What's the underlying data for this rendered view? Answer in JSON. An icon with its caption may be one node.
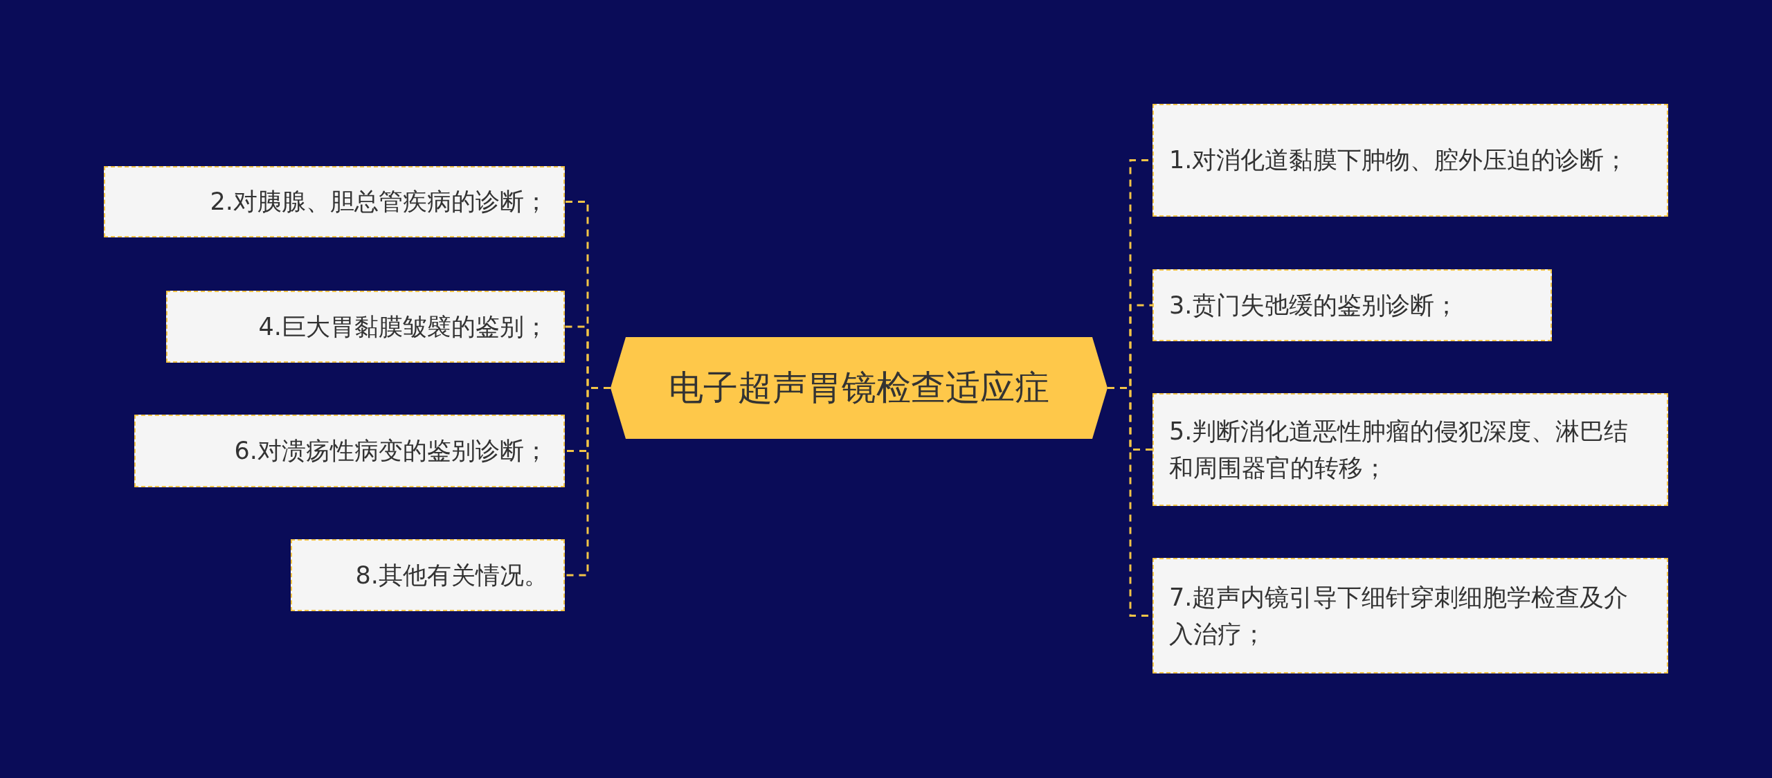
{
  "diagram": {
    "nodes": [
      {
        "text": [
          "电子超声胃镜检查适应症"
        ]
      },
      {
        "text": [
          "1.对消化道黏膜下肿物、腔外压迫的诊断；"
        ]
      },
      {
        "text": [
          "2.对胰腺、胆总管疾病的诊断；"
        ]
      },
      {
        "text": [
          "3.贲门失弛缓的鉴别诊断；"
        ]
      },
      {
        "text": [
          "4.巨大胃黏膜皱襞的鉴别；"
        ]
      },
      {
        "text": [
          "5.判断消化道恶性肿瘤的侵犯深度、淋巴结和周围器官的转移；"
        ]
      },
      {
        "text": [
          "6.对溃疡性病变的鉴别诊断；"
        ]
      },
      {
        "text": [
          "7.超声内镜引导下细针穿刺细胞学检查及介入治疗；"
        ]
      },
      {
        "text": [
          "8.其他有关情况。"
        ]
      }
    ],
    "edges": [
      {
        "from": 0,
        "to": 1,
        "arrow": "none"
      },
      {
        "from": 0,
        "to": 2,
        "arrow": "none"
      },
      {
        "from": 0,
        "to": 3,
        "arrow": "none"
      },
      {
        "from": 0,
        "to": 4,
        "arrow": "none"
      },
      {
        "from": 0,
        "to": 5,
        "arrow": "none"
      },
      {
        "from": 0,
        "to": 6,
        "arrow": "none"
      },
      {
        "from": 0,
        "to": 7,
        "arrow": "none"
      },
      {
        "from": 0,
        "to": 8,
        "arrow": "none"
      }
    ]
  }
}
